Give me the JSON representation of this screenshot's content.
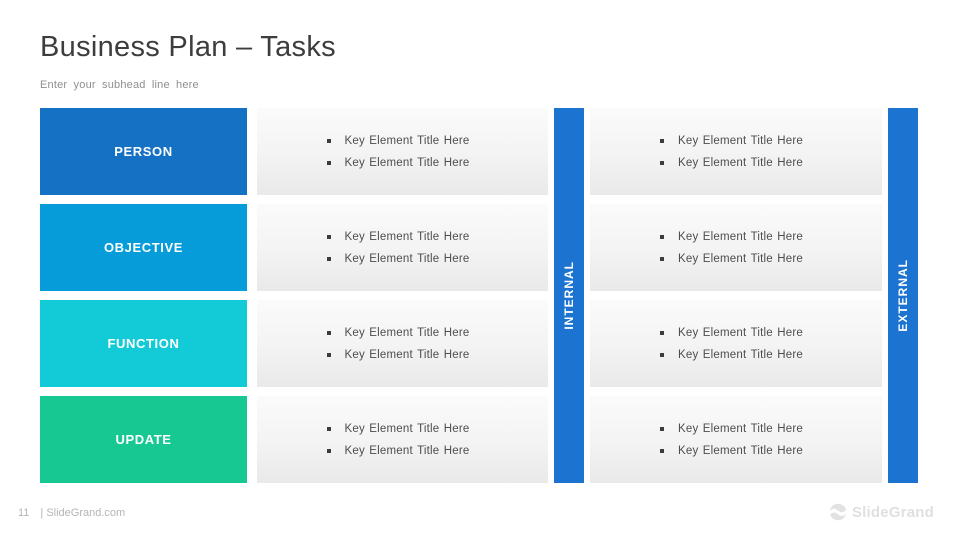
{
  "slide": {
    "title": "Business Plan – Tasks",
    "subhead": "Enter your subhead line here"
  },
  "colors": {
    "person": "#1571C4",
    "objective": "#059CD9",
    "function": "#12CBD7",
    "update": "#17C893",
    "bar": "#1C74D0"
  },
  "groups": [
    {
      "category": "PERSON",
      "internal_items": [
        "Key Element Title Here",
        "Key Element Title Here"
      ],
      "external_items": [
        "Key Element Title Here",
        "Key Element Title Here"
      ]
    },
    {
      "category": "OBJECTIVE",
      "internal_items": [
        "Key Element Title Here",
        "Key Element Title Here"
      ],
      "external_items": [
        "Key Element Title Here",
        "Key Element Title Here"
      ]
    },
    {
      "category": "FUNCTION",
      "internal_items": [
        "Key Element Title Here",
        "Key Element Title Here"
      ],
      "external_items": [
        "Key Element Title Here",
        "Key Element Title Here"
      ]
    },
    {
      "category": "UPDATE",
      "internal_items": [
        "Key Element Title Here",
        "Key Element Title Here"
      ],
      "external_items": [
        "Key Element Title Here",
        "Key Element Title Here"
      ]
    }
  ],
  "bars": {
    "internal": "INTERNAL",
    "external": "EXTERNAL"
  },
  "footer": {
    "page_number": "11",
    "site": "| SlideGrand.com",
    "brand": "SlideGrand"
  }
}
